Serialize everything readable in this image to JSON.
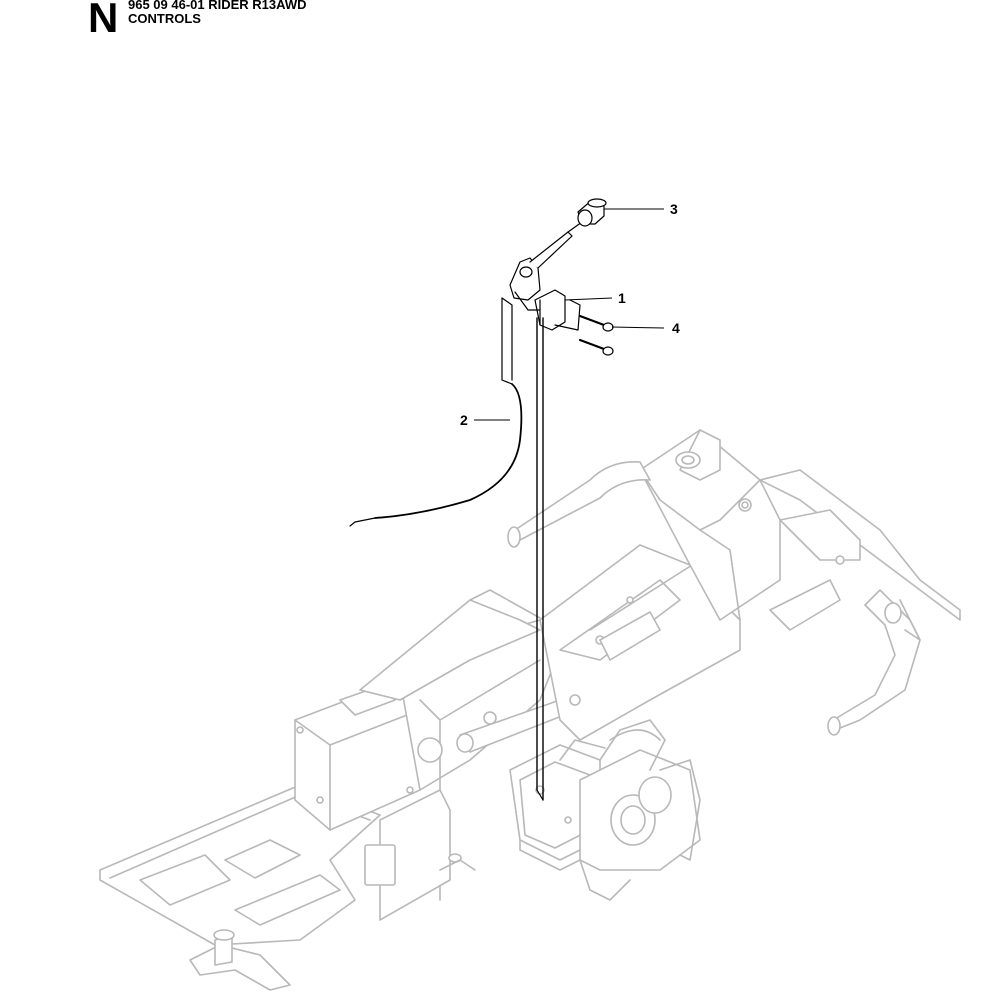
{
  "header": {
    "section_letter": "N",
    "title_line_1": "965 09 46-01 RIDER R13AWD",
    "title_line_2": "CONTROLS"
  },
  "callouts": {
    "c1": "1",
    "c2": "2",
    "c3": "3",
    "c4": "4"
  },
  "colors": {
    "frame_line": "#b8b8b8",
    "part_line": "#000000"
  }
}
